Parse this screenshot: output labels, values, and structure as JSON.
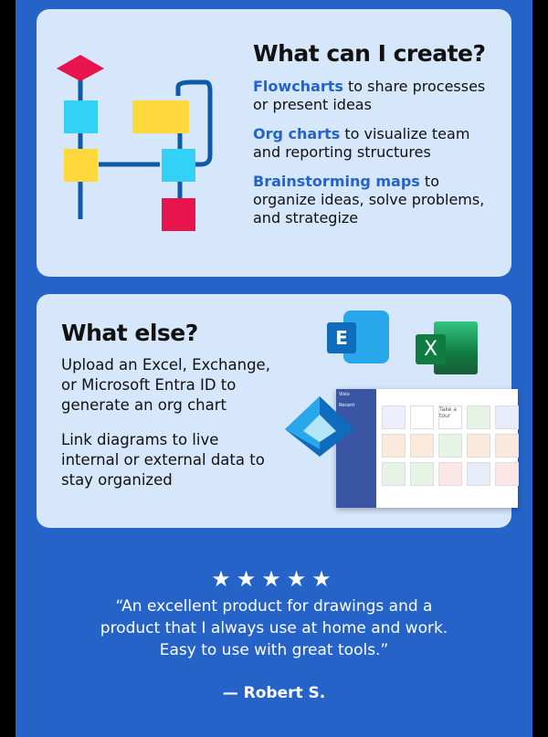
{
  "create": {
    "title": "What can I create?",
    "items": [
      {
        "bold": "Flowcharts",
        "rest": " to share processes or present ideas"
      },
      {
        "bold": "Org charts",
        "rest": " to visualize team and reporting structures"
      },
      {
        "bold": "Brainstorming maps",
        "rest": " to organize ideas, solve problems, and strategize"
      }
    ]
  },
  "else": {
    "title": "What else?",
    "p1": "Upload an Excel, Exchange, or Microsoft Entra ID to generate an org chart",
    "p2": "Link diagrams to live internal or external data to stay organized",
    "exchange_letter": "E",
    "excel_letter": "X",
    "visio_app": "Visio",
    "visio_recent": "Recent",
    "visio_tour": "Take a tour"
  },
  "review": {
    "stars": 5,
    "star_glyph": "★★★★★",
    "quote": "“An excellent product for drawings and a product that I always use at home and work. Easy to use with great tools.”",
    "author": "— Robert S."
  },
  "colors": {
    "background": "#2563c9",
    "card": "#d6e6fb",
    "accent": "#2563c9"
  }
}
